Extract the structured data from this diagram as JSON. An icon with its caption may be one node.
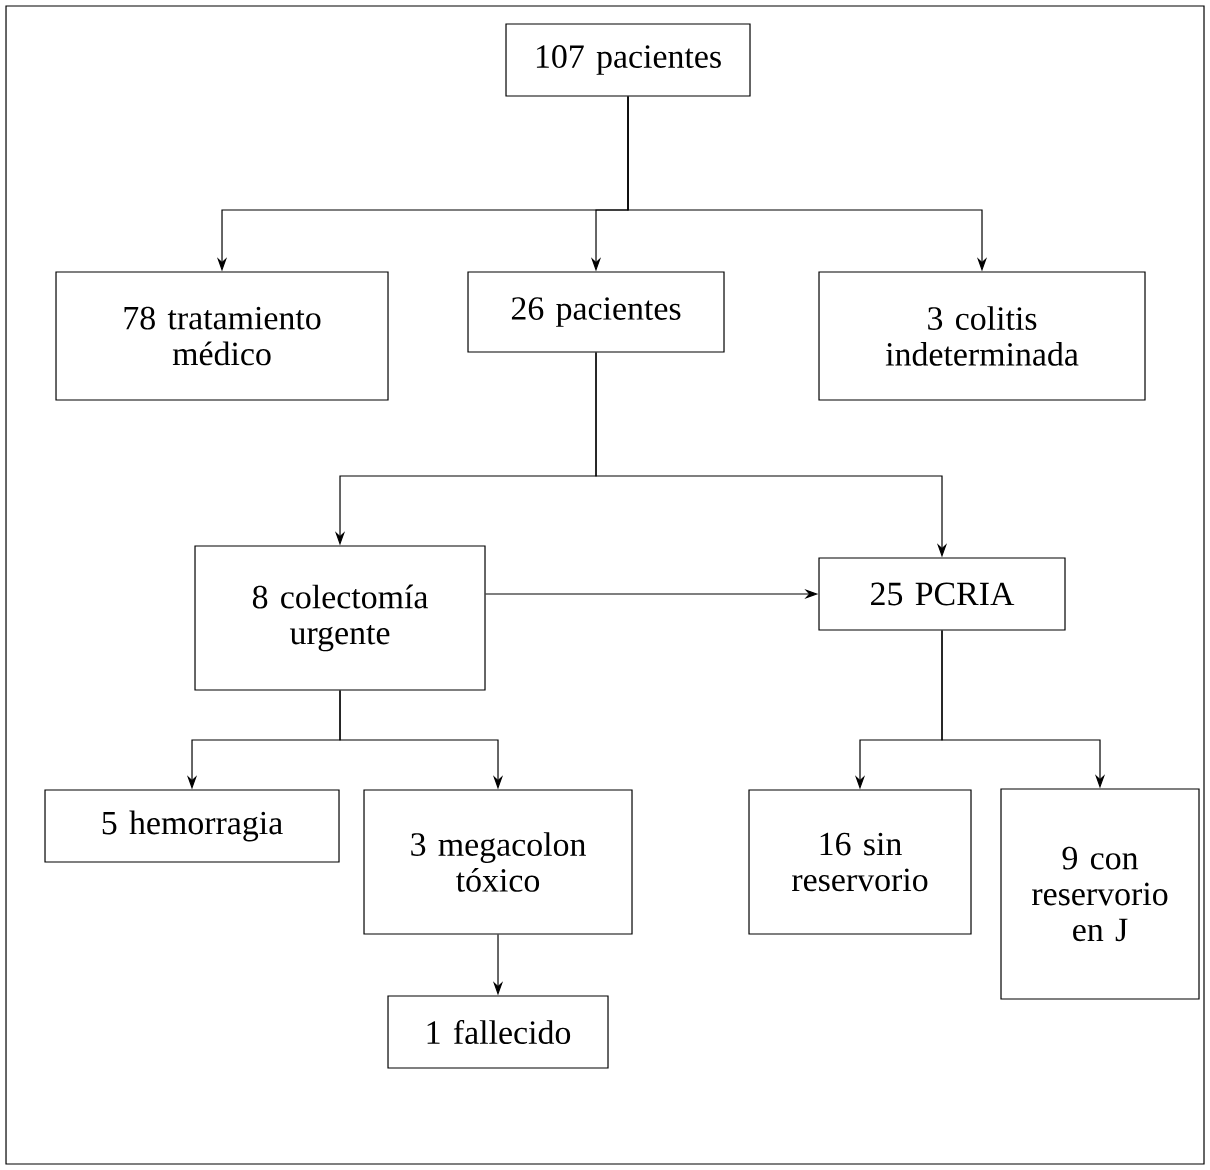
{
  "diagram": {
    "nodes": [
      {
        "text": [
          "107 pacientes"
        ]
      },
      {
        "text": [
          "78 tratamiento médico"
        ]
      },
      {
        "text": [
          "26 pacientes"
        ]
      },
      {
        "text": [
          "3 colitis indeterminada"
        ]
      },
      {
        "text": [
          "8 colectomía urgente"
        ]
      },
      {
        "text": [
          "25 PCRIA"
        ]
      },
      {
        "text": [
          "5 hemorragia"
        ]
      },
      {
        "text": [
          "3 megacolon tóxico"
        ]
      },
      {
        "text": [
          "1 fallecido"
        ]
      },
      {
        "text": [
          "16 sin reservorio"
        ]
      },
      {
        "text": [
          "9 con reservorio en J"
        ]
      }
    ],
    "edges": [
      {
        "from": 0,
        "to": 1,
        "arrow": "to"
      },
      {
        "from": 0,
        "to": 2,
        "arrow": "to"
      },
      {
        "from": 0,
        "to": 3,
        "arrow": "to"
      },
      {
        "from": 2,
        "to": 4,
        "arrow": "to"
      },
      {
        "from": 2,
        "to": 5,
        "arrow": "to"
      },
      {
        "from": 4,
        "to": 5,
        "arrow": "to"
      },
      {
        "from": 4,
        "to": 6,
        "arrow": "to"
      },
      {
        "from": 4,
        "to": 7,
        "arrow": "to"
      },
      {
        "from": 7,
        "to": 8,
        "arrow": "to"
      },
      {
        "from": 5,
        "to": 9,
        "arrow": "to"
      },
      {
        "from": 5,
        "to": 10,
        "arrow": "to"
      }
    ]
  }
}
